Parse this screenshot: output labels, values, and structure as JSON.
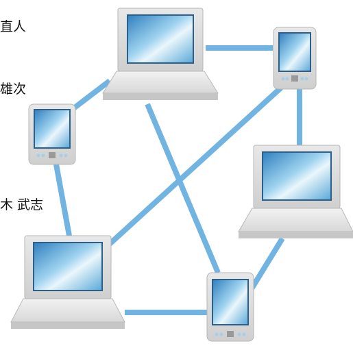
{
  "side_text": {
    "line1": "直人",
    "line2": "雄次",
    "line3": "木  武志"
  },
  "colors": {
    "link": "#72b4e1",
    "device_body": "#dedede",
    "device_body_shadow": "#bdbdbd",
    "screen_light": "#eaf6fb",
    "screen_mid": "#7ec2e8",
    "screen_dark": "#2f7fbf",
    "keyboard": "#e6e6e6"
  },
  "devices": [
    {
      "name": "laptop-top-center",
      "kind": "laptop"
    },
    {
      "name": "pda-top-right",
      "kind": "pda"
    },
    {
      "name": "pda-left",
      "kind": "pda"
    },
    {
      "name": "laptop-right",
      "kind": "laptop"
    },
    {
      "name": "laptop-bottom-left",
      "kind": "laptop"
    },
    {
      "name": "pda-bottom",
      "kind": "pda"
    }
  ]
}
